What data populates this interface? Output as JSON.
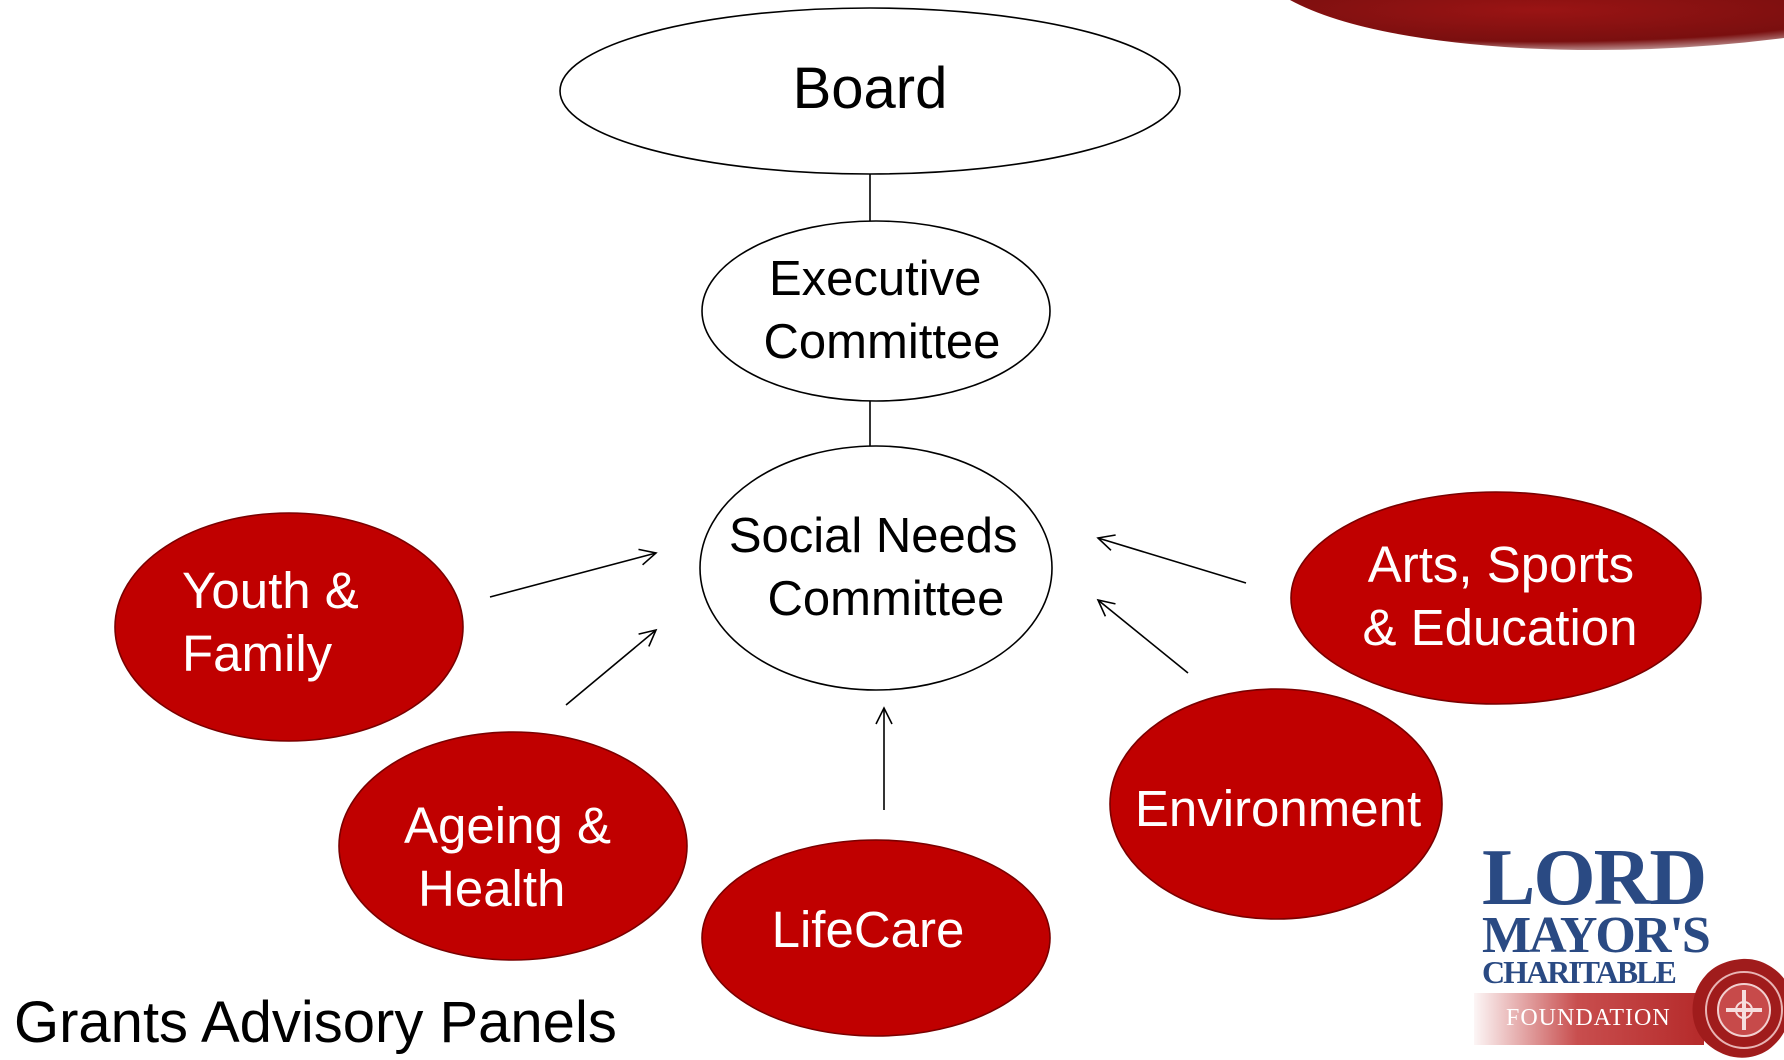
{
  "diagram": {
    "nodes": {
      "board": {
        "lines": [
          "Board"
        ]
      },
      "executive": {
        "lines": [
          "Executive",
          "Committee"
        ]
      },
      "social_needs": {
        "lines": [
          "Social Needs",
          "Committee"
        ]
      },
      "youth_family": {
        "lines": [
          "Youth &",
          "Family"
        ]
      },
      "ageing_health": {
        "lines": [
          "Ageing &",
          "Health"
        ]
      },
      "lifecare": {
        "lines": [
          "LifeCare"
        ]
      },
      "environment": {
        "lines": [
          "Environment"
        ]
      },
      "arts_sports": {
        "lines": [
          "Arts, Sports",
          "& Education"
        ]
      }
    },
    "caption": "Grants Advisory Panels",
    "colors": {
      "panel_fill": "#c00000",
      "panel_text": "#ffffff",
      "committee_fill": "#ffffff",
      "outline": "#000000",
      "logo_blue": "#2a4a83",
      "logo_red": "#b52a2a"
    }
  },
  "logo": {
    "line1": "LORD",
    "line2": "MAYOR'S",
    "line3": "CHARITABLE",
    "line4": "FOUNDATION"
  }
}
